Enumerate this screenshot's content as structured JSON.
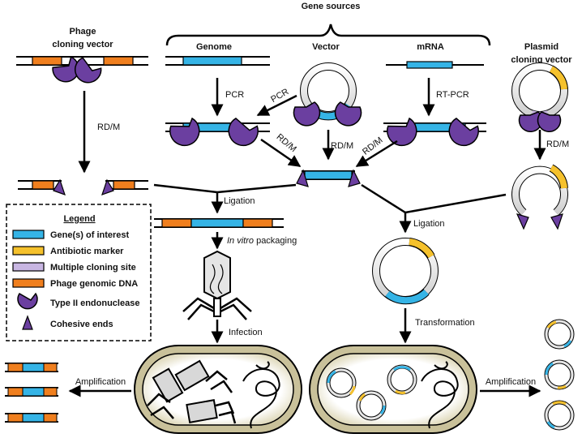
{
  "titles": {
    "gene_sources": "Gene sources",
    "phage_vector": [
      "Phage",
      "cloning vector"
    ],
    "plasmid_vector": [
      "Plasmid",
      "cloning vector"
    ],
    "genome": "Genome",
    "vector": "Vector",
    "mrna": "mRNA"
  },
  "steps": {
    "pcr1": "PCR",
    "pcr2": "PCR",
    "rtpcr": "RT-PCR",
    "rdm_phage": "RD/M",
    "rdm_pcr": "RD/M",
    "rdm_vector": "RD/M",
    "rdm_mrna": "RD/M",
    "rdm_plasmid": "RD/M",
    "ligation_left": "Ligation",
    "ligation_right": "Ligation",
    "in_vitro_italic": "In vitro",
    "packaging": " packaging",
    "infection": "Infection",
    "transformation": "Transformation",
    "amp_left": "Amplification",
    "amp_right": "Amplification"
  },
  "legend": {
    "title": "Legend",
    "items": [
      {
        "label": "Gene(s) of interest",
        "color": "#35b4e6"
      },
      {
        "label": "Antibiotic marker",
        "color": "#f5c12c"
      },
      {
        "label": "Multiple cloning site",
        "color": "#c8b6e2"
      },
      {
        "label": "Phage genomic DNA",
        "color": "#f07f1e"
      },
      {
        "label": "Type II endonuclease",
        "color": "#6b3fa0"
      },
      {
        "label": "Cohesive ends",
        "color": "#6b3fa0"
      }
    ]
  },
  "colors": {
    "gene": "#35b4e6",
    "marker": "#f5c12c",
    "mcs": "#c8b6e2",
    "phage": "#f07f1e",
    "enzyme": "#6b3fa0",
    "cell_fill": "#f4f1e4",
    "cell_border": "#c9c19a"
  }
}
